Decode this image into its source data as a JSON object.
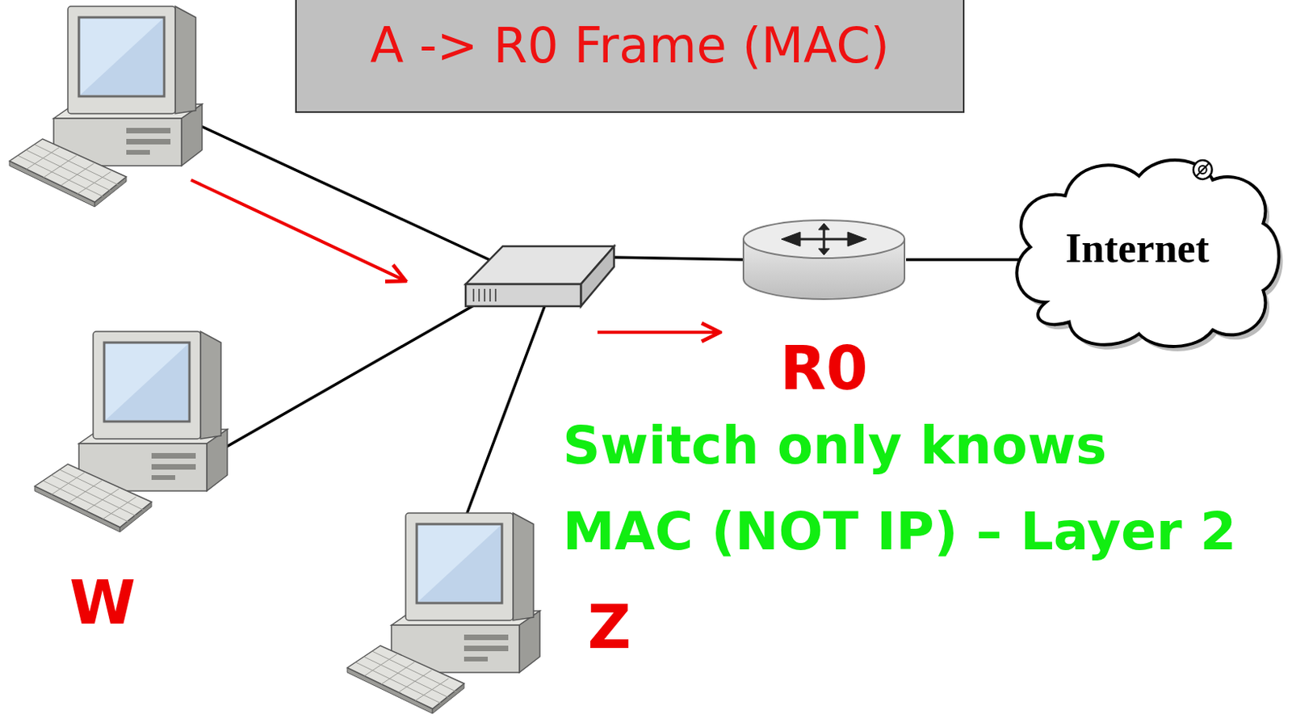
{
  "diagram": {
    "nodes": [
      {
        "text": [
          "A -> R0 Frame (MAC)"
        ]
      },
      {
        "text": [
          "R0"
        ]
      },
      {
        "text": [
          "Internet"
        ]
      },
      {
        "text": [
          "W"
        ]
      },
      {
        "text": [
          "Z"
        ]
      }
    ],
    "edges": [
      {
        "from": 1,
        "to": 2,
        "arrow": "none"
      }
    ],
    "labels": [
      "Switch only knows",
      "MAC (NOT IP) – Layer 2"
    ]
  }
}
